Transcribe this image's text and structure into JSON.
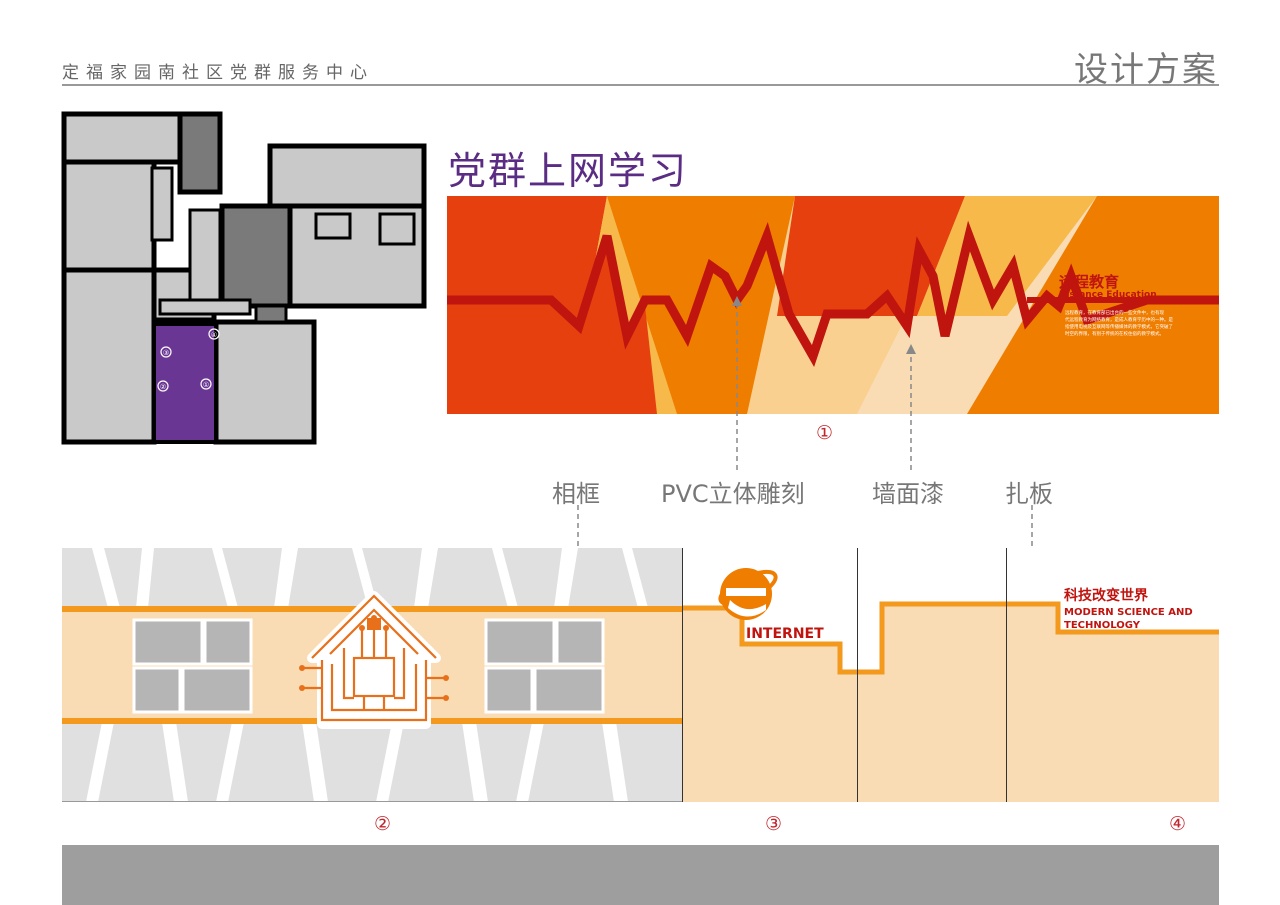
{
  "header": {
    "project_name": "定福家园南社区党群服务中心",
    "doc_type": "设计方案"
  },
  "section_title": "党群上网学习",
  "floorplan": {
    "markers": [
      "④",
      "③",
      "②",
      "①"
    ],
    "highlight_color": "#6a3694"
  },
  "wall1": {
    "number": "①",
    "heading_cn": "远程教育",
    "heading_en": "Distance Education",
    "body_lines": [
      "远程教育，在教育部已出台的一些文件中，也有现",
      "代远程教育为网络教育，是成人教育学历中的一种。是",
      "指使用电视及互联网等传播媒体的教学模式，它突破了",
      "时空的界限，有别于传统的在校住宿的教学模式。"
    ]
  },
  "callouts": {
    "frame": "相框",
    "pvc": "PVC立体雕刻",
    "paint": "墙面漆",
    "board": "扎板"
  },
  "wall2": {
    "number": "②"
  },
  "wall3": {
    "number": "③",
    "internet_label": "INTERNET"
  },
  "wall4": {
    "number": "④",
    "heading_cn": "科技改变世界",
    "heading_en_line1": "MODERN SCIENCE AND",
    "heading_en_line2": "TECHNOLOGY"
  },
  "colors": {
    "purple": "#5b2c83",
    "dark_red": "#c0140f",
    "orange": "#ef7d00",
    "light_orange": "#f6b94a",
    "red_orange": "#e6400f",
    "peach": "#fadcb4",
    "callout_gray": "#777777"
  }
}
